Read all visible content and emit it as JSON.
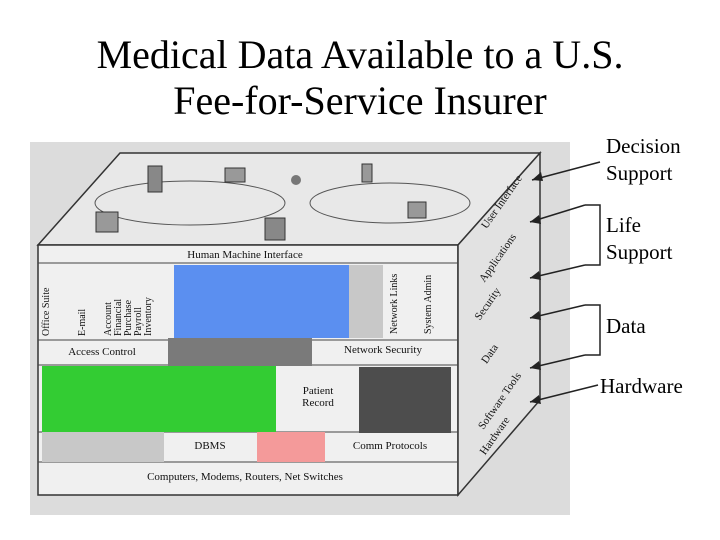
{
  "title_line1": "Medical Data Available to a U.S.",
  "title_line2": "Fee-for-Service Insurer",
  "layers": {
    "decision_support": "Decision Support",
    "life_support": "Life Support",
    "data": "Data",
    "hardware": "Hardware"
  },
  "diagram": {
    "hmi": "Human Machine Interface",
    "office_suite": "Office Suite",
    "email": "E-mail",
    "account_financial": "Account Financial Purchase Payroll Inventory",
    "network_links": "Network Links",
    "system_admin": "System Admin",
    "access_control": "Access Control",
    "network_security": "Network Security",
    "patient_record": "Patient Record",
    "dbms": "DBMS",
    "comm_protocols": "Comm Protocols",
    "computers": "Computers, Modems, Routers, Net Switches",
    "side_user_interface": "User Interface",
    "side_applications": "Applications",
    "side_security": "Security",
    "side_data": "Data",
    "side_software_tools": "Software Tools",
    "side_hardware": "Hardware"
  },
  "colors": {
    "blue_block": "#5b8ff0",
    "green_block": "#33cc33",
    "dark_gray_block": "#4d4d4d",
    "mid_gray_block": "#7a7a7a",
    "light_gray_block": "#c8c8c8",
    "pink_block": "#f49a9a",
    "scan_background": "#dcdcdc"
  }
}
